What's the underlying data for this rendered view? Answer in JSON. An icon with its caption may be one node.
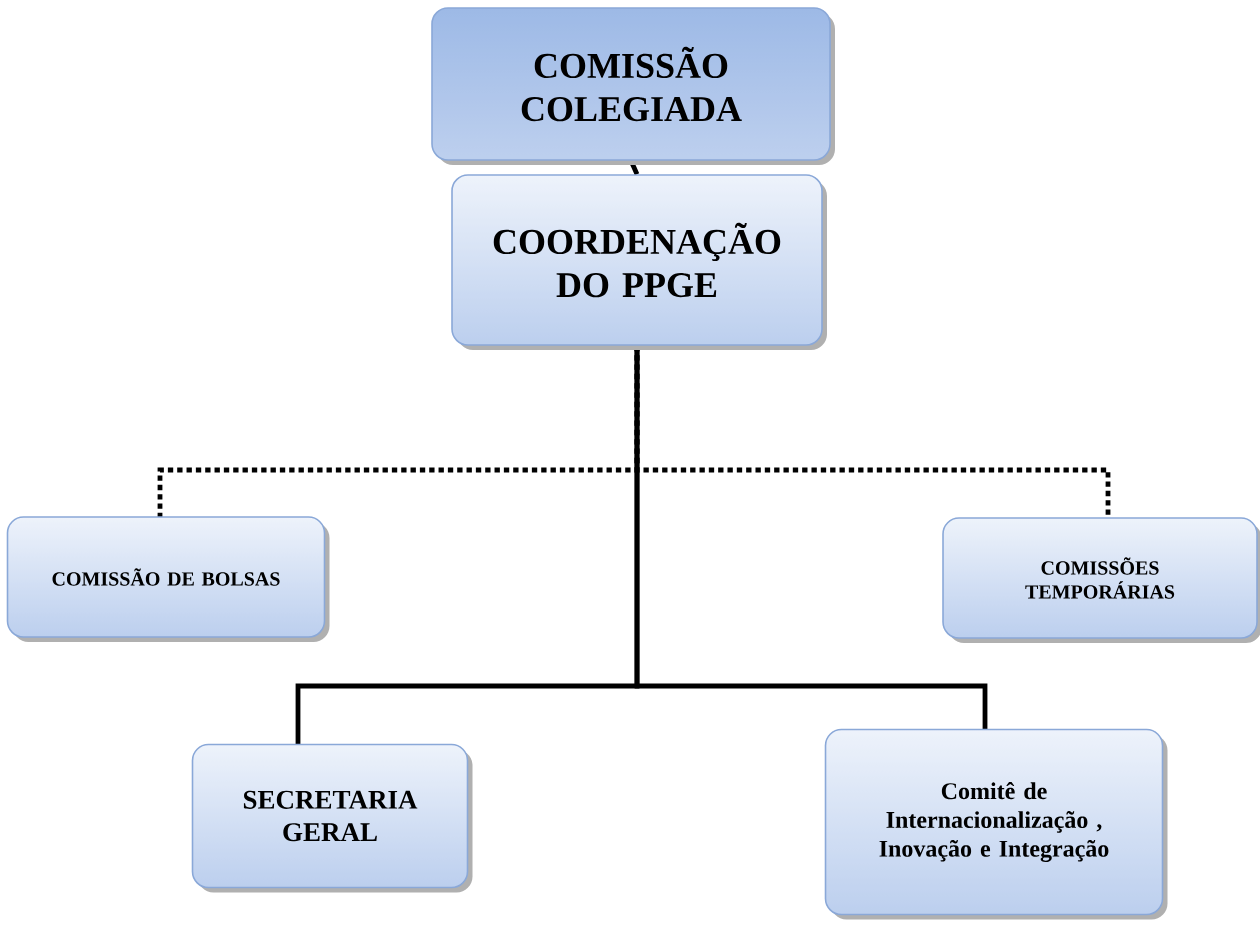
{
  "diagram": {
    "nodes": [
      {
        "text": [
          "COMISSÃO COLEGIADA"
        ]
      },
      {
        "text": [
          "COORDENAÇÃO DO PPGE"
        ]
      },
      {
        "text": [
          "COMISSÃO DE BOLSAS"
        ]
      },
      {
        "text": [
          "COMISSÕES TEMPORÁRIAS"
        ]
      },
      {
        "text": [
          "SECRETARIA GERAL"
        ]
      },
      {
        "text": [
          "Comitê de Internacionalização , Inovação e Integração"
        ]
      }
    ],
    "edges": [
      {
        "from": 0,
        "to": 1,
        "arrow": "none"
      },
      {
        "from": 1,
        "to": 2,
        "arrow": "none",
        "style": "dashed"
      },
      {
        "from": 1,
        "to": 3,
        "arrow": "none",
        "style": "dashed"
      },
      {
        "from": 1,
        "to": 4,
        "arrow": "none"
      },
      {
        "from": 1,
        "to": 5,
        "arrow": "none"
      }
    ]
  }
}
